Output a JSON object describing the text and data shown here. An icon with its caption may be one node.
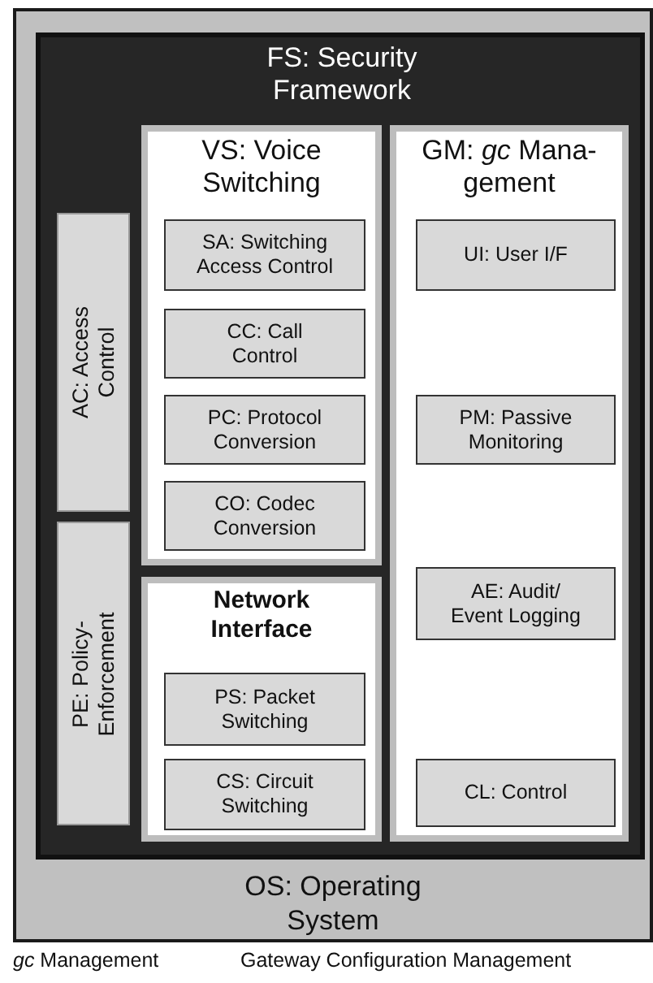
{
  "diagram": {
    "nodes": [
      {
        "text": [
          "OS: Operating System"
        ]
      },
      {
        "text": [
          "FS: Security Framework"
        ],
        "in": 0
      },
      {
        "text": [
          "AC: Access Control"
        ],
        "in": 1
      },
      {
        "text": [
          "PE: Policy- Enforcement"
        ],
        "in": 1
      },
      {
        "text": [
          "VS: Voice Switching"
        ],
        "in": 1
      },
      {
        "text": [
          "SA: Switching Access Control"
        ],
        "in": 4
      },
      {
        "text": [
          "CC: Call Control"
        ],
        "in": 4
      },
      {
        "text": [
          "PC: Protocol Conversion"
        ],
        "in": 4
      },
      {
        "text": [
          "CO: Codec Conversion"
        ],
        "in": 4
      },
      {
        "text": [
          "Network Interface"
        ],
        "in": 1
      },
      {
        "text": [
          "PS: Packet Switching"
        ],
        "in": 9
      },
      {
        "text": [
          "CS: Circuit Switching"
        ],
        "in": 9
      },
      {
        "text": [
          "GM: *gc* Mana- gement"
        ],
        "in": 1
      },
      {
        "text": [
          "UI: User I/F"
        ],
        "in": 12
      },
      {
        "text": [
          "PM: Passive Monitoring"
        ],
        "in": 12
      },
      {
        "text": [
          "AE: Audit/ Event Logging"
        ],
        "in": 12
      },
      {
        "text": [
          "CL: Control"
        ],
        "in": 12
      }
    ],
    "labels": [
      "*gc* Management",
      "Gateway Configuration Management"
    ]
  }
}
